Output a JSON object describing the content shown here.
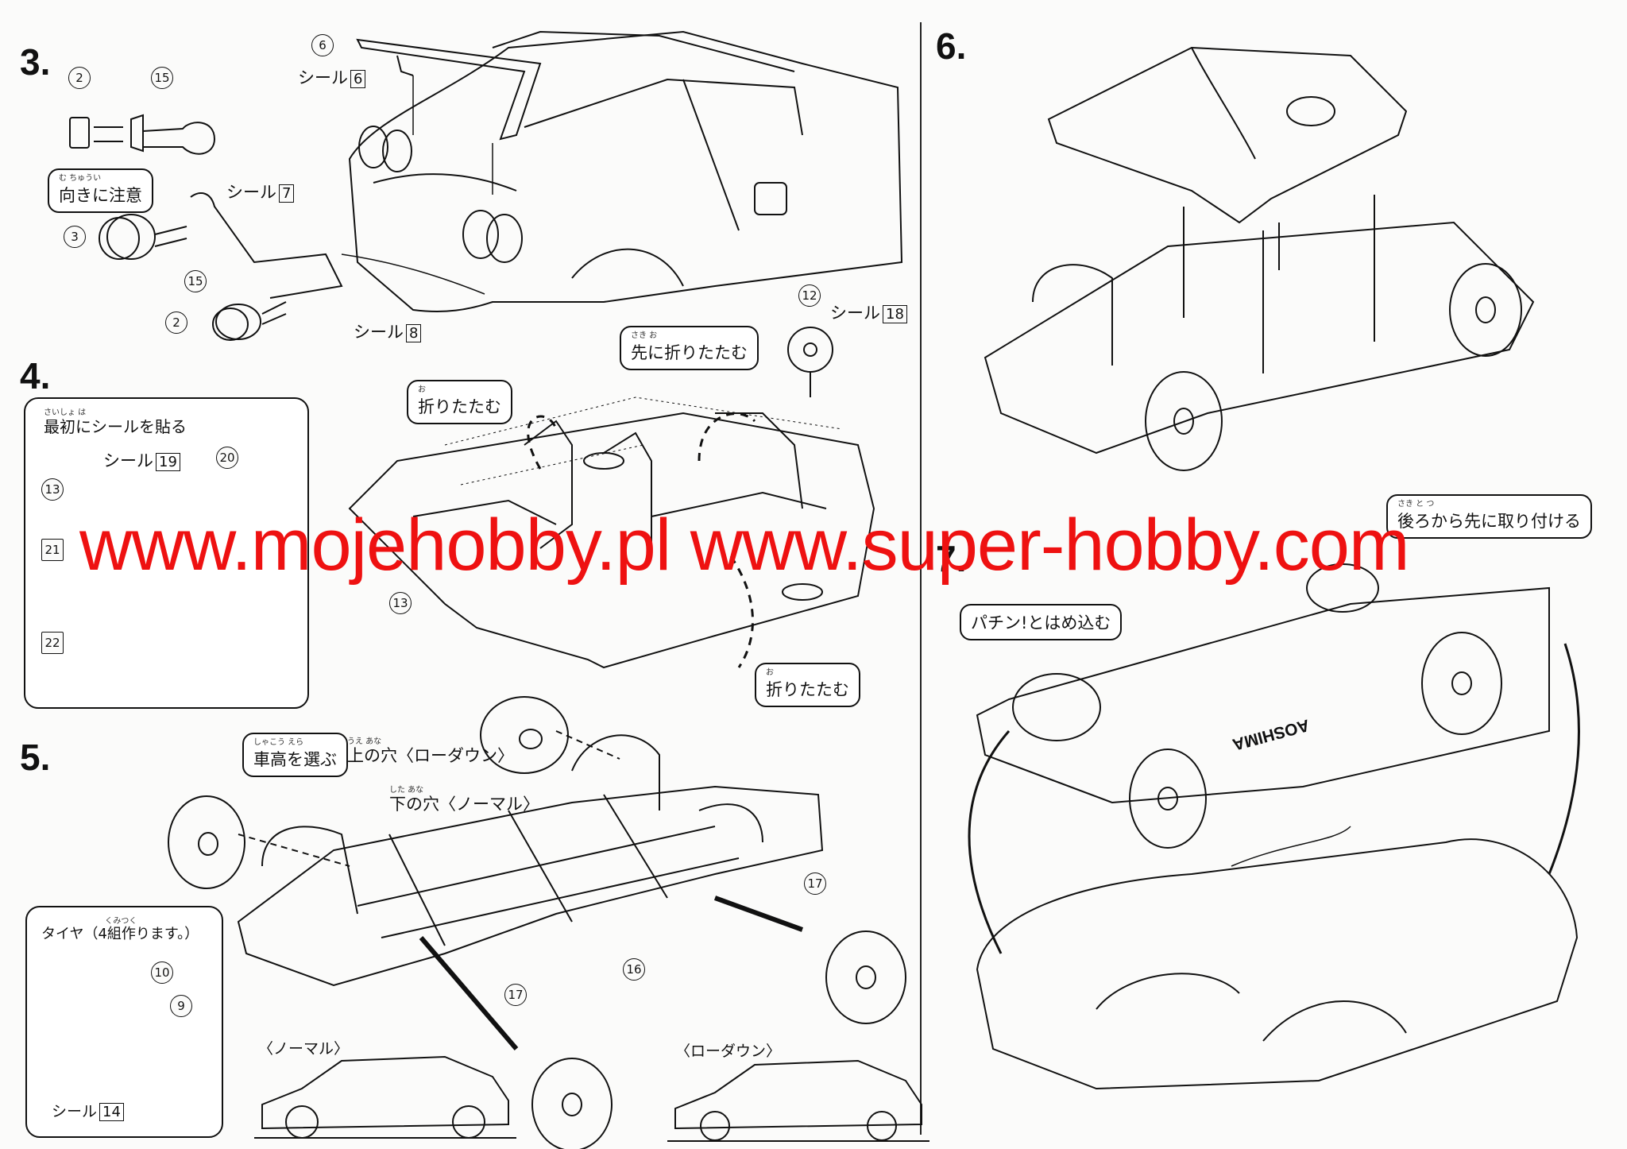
{
  "watermark": "www.mojehobby.pl www.super-hobby.com",
  "steps": {
    "s3": {
      "number": "3.",
      "parts": [
        "6",
        "2",
        "15",
        "3",
        "15",
        "2"
      ],
      "decals": {
        "d6": "シール",
        "d6n": "6",
        "d7": "シール",
        "d7n": "7",
        "d8": "シール",
        "d8n": "8"
      },
      "note": {
        "ruby": "む ちゅうい",
        "text": "向きに注意"
      }
    },
    "s4": {
      "number": "4.",
      "inset_title_ruby": "さいしょ は",
      "inset_title": "最初にシールを貼る",
      "inset_decal": "シール",
      "inset_decal_n": "19",
      "inset_parts": [
        "13",
        "20",
        "21",
        "22"
      ],
      "part_12": "12",
      "part_13": "13",
      "decal_18": "シール",
      "decal_18n": "18",
      "fold_first": {
        "ruby": "さき お",
        "text": "先に折りたたむ"
      },
      "fold_a": {
        "ruby": "お",
        "text": "折りたたむ"
      },
      "fold_b": {
        "ruby": "お",
        "text": "折りたたむ"
      }
    },
    "s5": {
      "number": "5.",
      "height_select": {
        "ruby": "しゃこう えら",
        "text": "車高を選ぶ"
      },
      "upper_hole_ruby": "うえ あな",
      "upper_hole": "上の穴〈ローダウン〉",
      "lower_hole_ruby": "した あな",
      "lower_hole": "下の穴〈ノーマル〉",
      "parts": [
        "17",
        "16",
        "17"
      ],
      "tire_inset_title": "タイヤ（4組作ります。）",
      "tire_inset_ruby": "くみつく",
      "tire_parts": [
        "10",
        "9"
      ],
      "tire_decal": "シール",
      "tire_decal_n": "14",
      "normal_label": "〈ノーマル〉",
      "lowdown_label": "〈ローダウン〉"
    },
    "s6": {
      "number": "6."
    },
    "s7": {
      "number": "7.",
      "attach_rear_first": {
        "ruby": "さき と つ",
        "text": "後ろから先に取り付ける"
      },
      "snap_in": "パチン!とはめ込む",
      "emblem": "AOSHIMA"
    }
  }
}
